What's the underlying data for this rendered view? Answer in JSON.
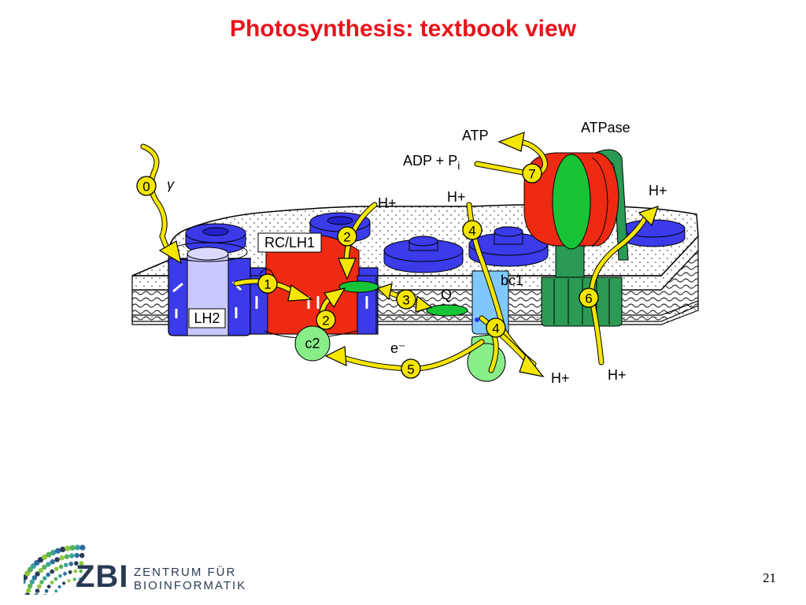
{
  "title": "Photosynthesis: textbook view",
  "page_number": "21",
  "logo": {
    "acronym": "ZBI",
    "line1": "ZENTRUM FÜR",
    "line2": "BIOINFORMATIK"
  },
  "diagram": {
    "labels": {
      "gamma": "γ",
      "rc_lh1": "RC/LH1",
      "lh2": "LH2",
      "c2": "c2",
      "q": "Q",
      "bc1": "bc1",
      "atp": "ATP",
      "adp": "ADP + P",
      "adp_sub": "i",
      "atpase": "ATPase",
      "electron": "e⁻",
      "h_plus": "H+"
    },
    "steps": [
      "0",
      "1",
      "2",
      "2",
      "3",
      "4",
      "4",
      "5",
      "6",
      "7"
    ]
  },
  "colors": {
    "title": "#e8141b",
    "protein_blue": "#3b3bea",
    "rc_red": "#ee2a12",
    "arrow_yellow": "#f5e600",
    "green": "#17c436",
    "atpase_green": "#2b9a55",
    "light_green": "#88ee88",
    "bc1_blue": "#7fc8ff"
  }
}
